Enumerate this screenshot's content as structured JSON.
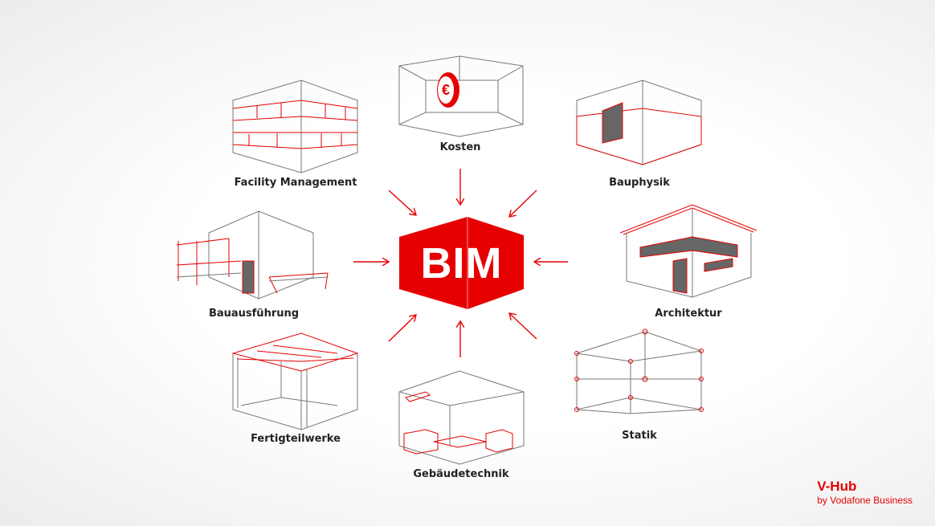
{
  "center": {
    "label": "BIM"
  },
  "nodes": {
    "kosten": "Kosten",
    "facility": "Facility Management",
    "bauphysik": "Bauphysik",
    "bauausfuehrung": "Bauausführung",
    "architektur": "Architektur",
    "fertigteilwerke": "Fertigteilwerke",
    "gebaeudetechnik": "Gebäudetechnik",
    "statik": "Statik"
  },
  "coin_symbol": "€",
  "logo": {
    "title": "V-Hub",
    "subtitle": "by Vodafone Business"
  },
  "colors": {
    "accent": "#e60000",
    "line": "#777777"
  }
}
